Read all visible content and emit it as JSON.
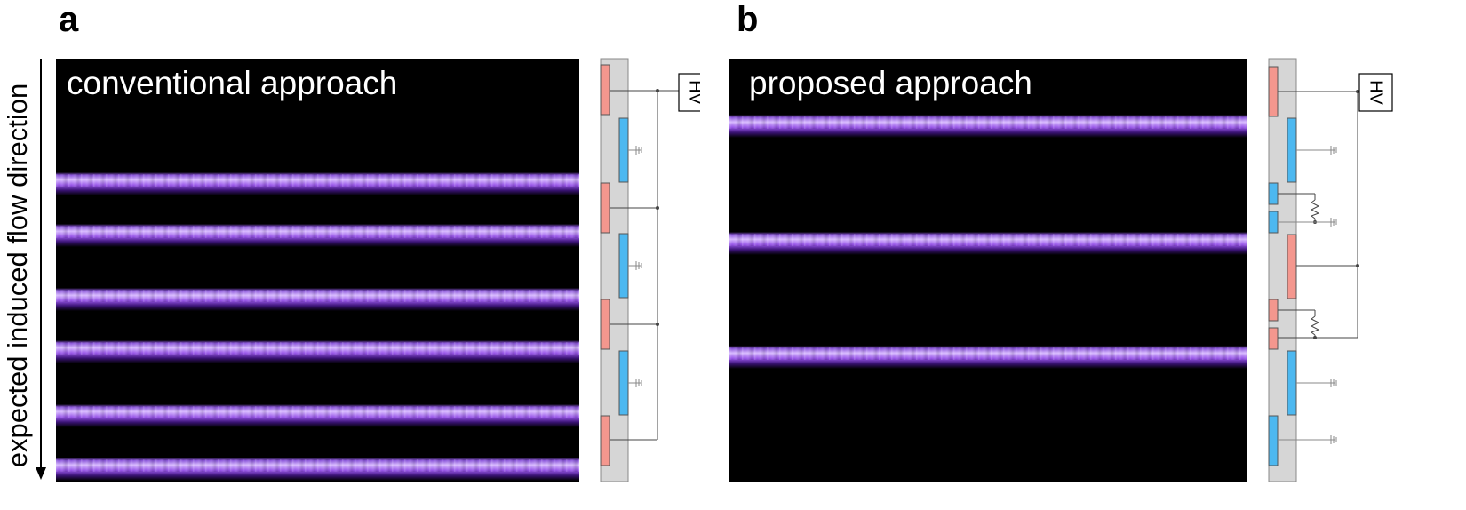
{
  "panels": {
    "a": {
      "letter": "a",
      "title": "conventional approach",
      "hv_label": "HV"
    },
    "b": {
      "letter": "b",
      "title": "proposed approach",
      "hv_label": "HV"
    }
  },
  "axis": {
    "flow_label": "expected induced flow direction"
  },
  "colors": {
    "hv_electrode": "#f4978e",
    "ground_electrode": "#4db8f0",
    "substrate": "#d6d6d6",
    "plasma": "#b98af5"
  }
}
